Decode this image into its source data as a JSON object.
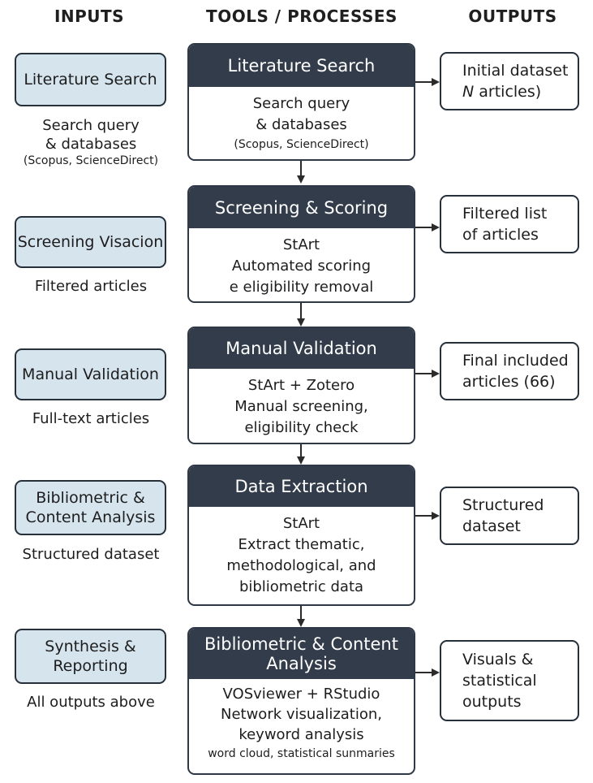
{
  "headers": {
    "inputs": "INPUTS",
    "tools": "TOOLS / PROCESSES",
    "outputs": "OUTPUTS"
  },
  "rows": [
    {
      "input_box": [
        "Literature Search"
      ],
      "input_caption": [
        "Search query",
        "& databases"
      ],
      "input_caption_small": "(Scopus, ScienceDirect)",
      "process_title": [
        "Literature Search"
      ],
      "process_body": [
        "Search query",
        "& databases"
      ],
      "process_body_small": "(Scopus, ScienceDirect)",
      "output": [
        "Initial dataset",
        "(N articles)"
      ]
    },
    {
      "input_box": [
        "Screening Visacion"
      ],
      "input_caption": [
        "Filtered articles"
      ],
      "process_title": [
        "Screening & Scoring"
      ],
      "process_body": [
        "StArt",
        "Automated scoring",
        "e eligibility removal"
      ],
      "output": [
        "Filtered list",
        "of articles"
      ]
    },
    {
      "input_box": [
        "Manual Validation"
      ],
      "input_caption": [
        "Full-text articles"
      ],
      "process_title": [
        "Manual Validation"
      ],
      "process_body": [
        "StArt + Zotero",
        "Manual screening,",
        "eligibility check"
      ],
      "output": [
        "Final included",
        "articles (66)"
      ]
    },
    {
      "input_box": [
        "Bibliometric &",
        "Content Analysis"
      ],
      "input_caption": [
        "Structured dataset"
      ],
      "process_title": [
        "Data Extraction"
      ],
      "process_body": [
        "StArt",
        "Extract thematic,",
        "methodological, and",
        "bibliometric data"
      ],
      "output": [
        "Structured",
        "dataset"
      ]
    },
    {
      "input_box": [
        "Synthesis &",
        "Reporting"
      ],
      "input_caption": [
        "All outputs above"
      ],
      "process_title": [
        "Bibliometric & Content",
        "Analysis"
      ],
      "process_body": [
        "VOSviewer + RStudio",
        "Network visualization,",
        "keyword analysis"
      ],
      "process_body_small": "word cloud, statistical sunmaries",
      "output": [
        "Visuals &",
        "statistical",
        "outputs"
      ]
    }
  ],
  "colors": {
    "input_fill": "#d6e4ee",
    "process_header": "#333c4a",
    "border": "#2f3946"
  }
}
